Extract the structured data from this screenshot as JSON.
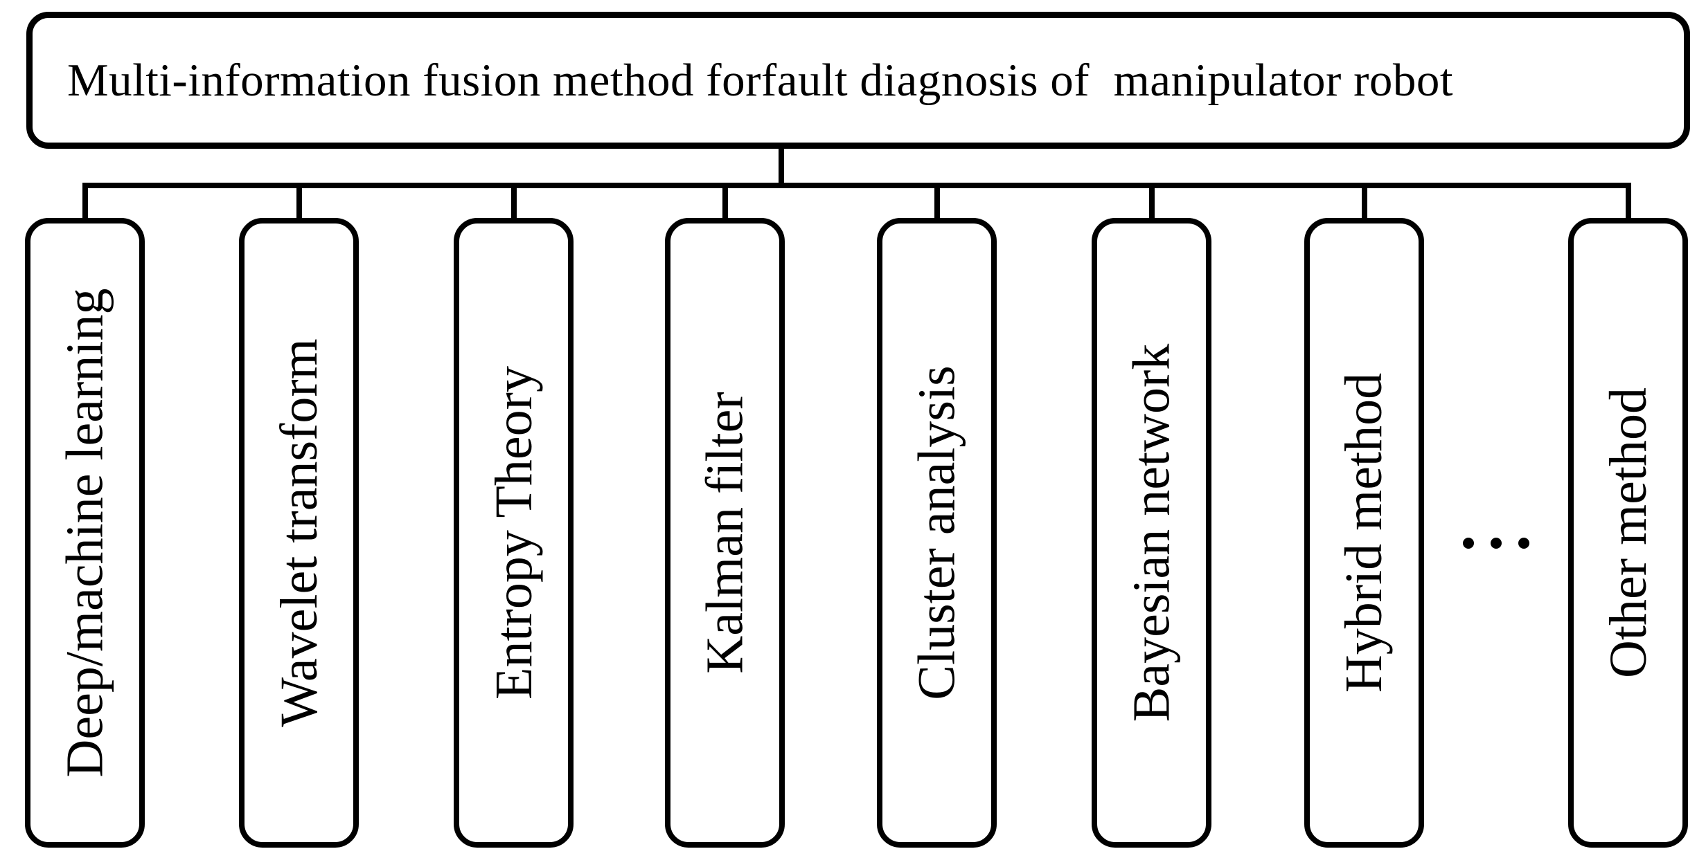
{
  "diagram": {
    "root": {
      "label": "Multi-information fusion method forfault diagnosis of  manipulator robot"
    },
    "children": [
      {
        "label": "Deep/machine learning"
      },
      {
        "label": "Wavelet transform"
      },
      {
        "label": "Entropy Theory"
      },
      {
        "label": "Kalman filter"
      },
      {
        "label": "Cluster analysis"
      },
      {
        "label": "Bayesian network"
      },
      {
        "label": "Hybrid method"
      },
      {
        "label": "Other method"
      }
    ],
    "ellipsis": "•••",
    "colors": {
      "line": "#000000",
      "background": "#ffffff",
      "text": "#000000"
    }
  }
}
